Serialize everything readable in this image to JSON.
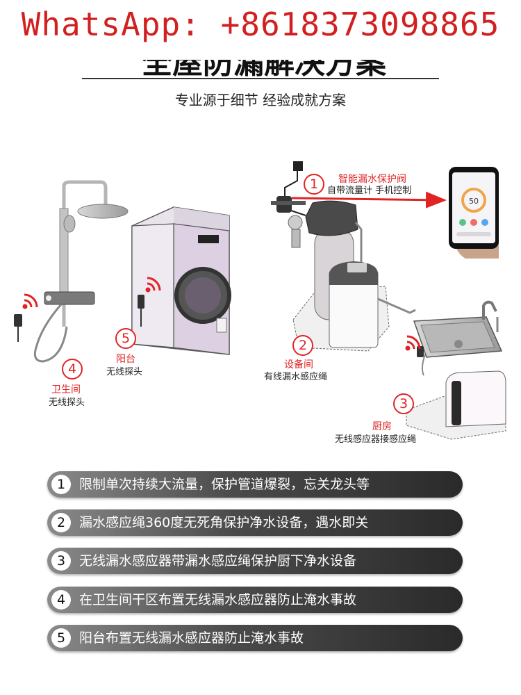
{
  "watermark": "WhatsApp: +8618373098865",
  "heading": "全屋防漏解决方案",
  "subtitle": "专业源于细节 经验成就方案",
  "callouts": [
    {
      "number": "1",
      "title": "智能漏水保护阀",
      "desc": "自带流量计 手机控制"
    },
    {
      "number": "2",
      "title": "设备间",
      "desc": "有线漏水感应绳"
    },
    {
      "number": "3",
      "title": "厨房",
      "desc": "无线感应器接感应绳"
    },
    {
      "number": "4",
      "title": "卫生间",
      "desc": "无线探头"
    },
    {
      "number": "5",
      "title": "阳台",
      "desc": "无线探头"
    }
  ],
  "phone": {
    "gauge_value": "50"
  },
  "features": [
    {
      "number": "1",
      "text": "限制单次持续大流量，保护管道爆裂，忘关龙头等"
    },
    {
      "number": "2",
      "text": "漏水感应绳360度无死角保护净水设备，遇水即关"
    },
    {
      "number": "3",
      "text": "无线漏水感应器带漏水感应绳保护厨下净水设备"
    },
    {
      "number": "4",
      "text": "在卫生间干区布置无线漏水感应器防止淹水事故"
    },
    {
      "number": "5",
      "text": "阳台布置无线漏水感应器防止淹水事故"
    }
  ],
  "colors": {
    "accent": "#e02424",
    "bar_dark": "#2a2a2a",
    "bar_light": "#8a8a8a"
  }
}
